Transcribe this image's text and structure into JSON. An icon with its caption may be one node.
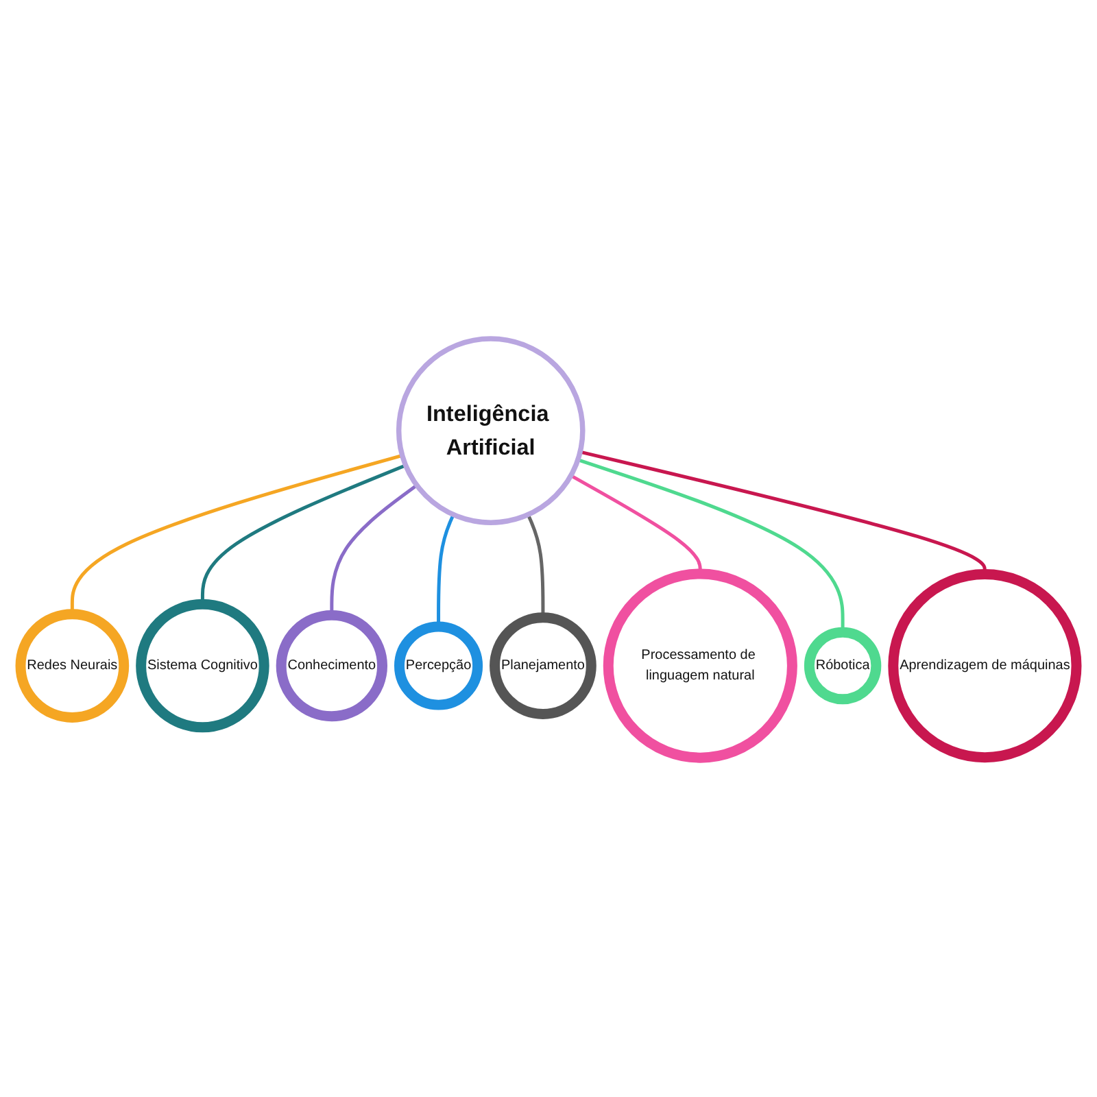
{
  "diagram": {
    "nodes": [
      {
        "text": [
          "Inteligência Artificial"
        ]
      },
      {
        "text": [
          "Redes Neurais"
        ]
      },
      {
        "text": [
          "Sistema Cognitivo"
        ]
      },
      {
        "text": [
          "Conhecimento"
        ]
      },
      {
        "text": [
          "Percepção"
        ]
      },
      {
        "text": [
          "Planejamento"
        ]
      },
      {
        "text": [
          "Processamento de linguagem natural"
        ]
      },
      {
        "text": [
          "Róbotica"
        ]
      },
      {
        "text": [
          "Aprendizagem de máquinas"
        ]
      }
    ],
    "edges": [
      {
        "from": 0,
        "to": 1,
        "arrow": "none",
        "color": "#f5a623"
      },
      {
        "from": 0,
        "to": 2,
        "arrow": "none",
        "color": "#1f7a80"
      },
      {
        "from": 0,
        "to": 3,
        "arrow": "none",
        "color": "#8a6cc8"
      },
      {
        "from": 0,
        "to": 4,
        "arrow": "none",
        "color": "#1e90e0"
      },
      {
        "from": 0,
        "to": 5,
        "arrow": "none",
        "color": "#666666"
      },
      {
        "from": 0,
        "to": 6,
        "arrow": "none",
        "color": "#f050a0"
      },
      {
        "from": 0,
        "to": 7,
        "arrow": "none",
        "color": "#4fd98f"
      },
      {
        "from": 0,
        "to": 8,
        "arrow": "none",
        "color": "#c8174f"
      }
    ]
  }
}
